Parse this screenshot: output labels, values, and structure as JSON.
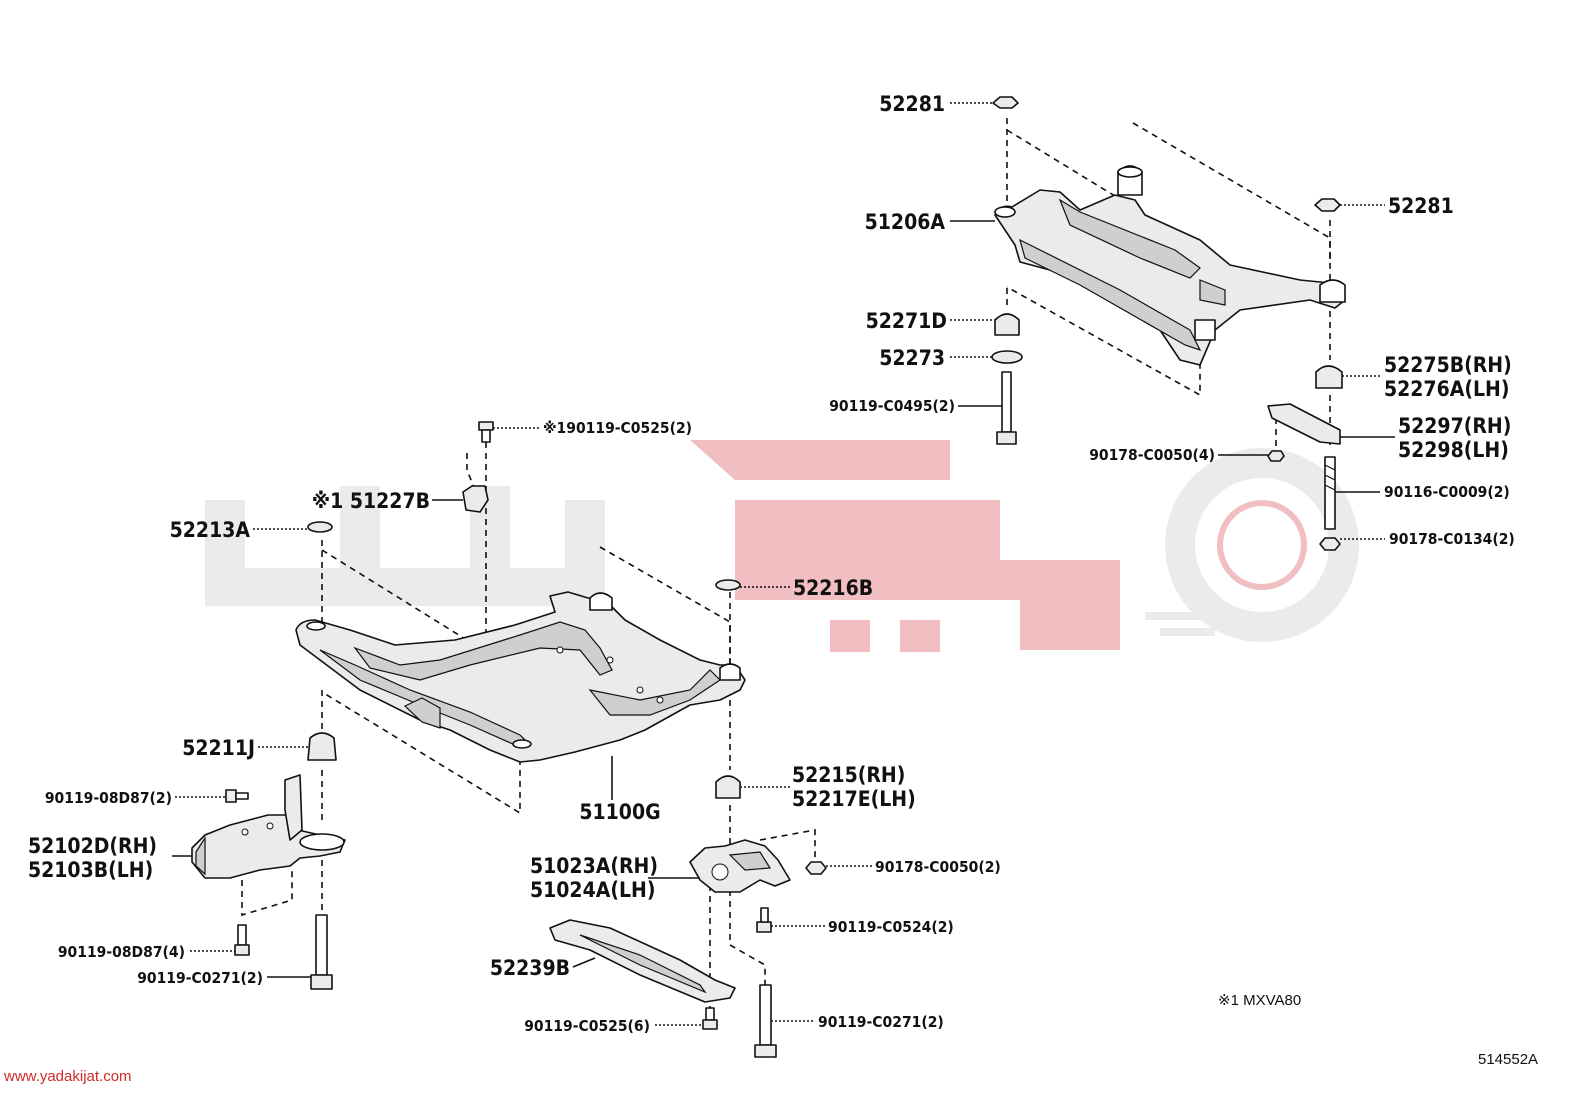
{
  "diagram_id": "514552A",
  "footnote": "※1 MXVA80",
  "watermark_url": "www.yadakijat.com",
  "accent_color": "#d22a2a",
  "labels": {
    "p52281_top": "52281",
    "p51206A": "51206A",
    "p52281_right": "52281",
    "p52271D": "52271D",
    "p52273": "52273",
    "p52275B": "52275B(RH)",
    "p52276A": "52276A(LH)",
    "p90119_C0495": "90119-C0495(2)",
    "p52297": "52297(RH)",
    "p52298": "52298(LH)",
    "p90178_C0050_4": "90178-C0050(4)",
    "p90116_C0009": "90116-C0009(2)",
    "p90178_C0134": "90178-C0134(2)",
    "p90119_C0525_2": "※190119-C0525(2)",
    "p51227B": "※1 51227B",
    "p52213A": "52213A",
    "p52216B": "52216B",
    "p52211J": "52211J",
    "p52215": "52215(RH)",
    "p52217E": "52217E(LH)",
    "p51100G": "51100G",
    "p90119_08D87_2": "90119-08D87(2)",
    "p52102D": "52102D(RH)",
    "p52103B": "52103B(LH)",
    "p51023A": "51023A(RH)",
    "p51024A": "51024A(LH)",
    "p90178_C0050_2": "90178-C0050(2)",
    "p90119_C0524": "90119-C0524(2)",
    "p90119_08D87_4": "90119-08D87(4)",
    "p90119_C0271_left": "90119-C0271(2)",
    "p52239B": "52239B",
    "p90119_C0525_6": "90119-C0525(6)",
    "p90119_C0271_right": "90119-C0271(2)"
  }
}
